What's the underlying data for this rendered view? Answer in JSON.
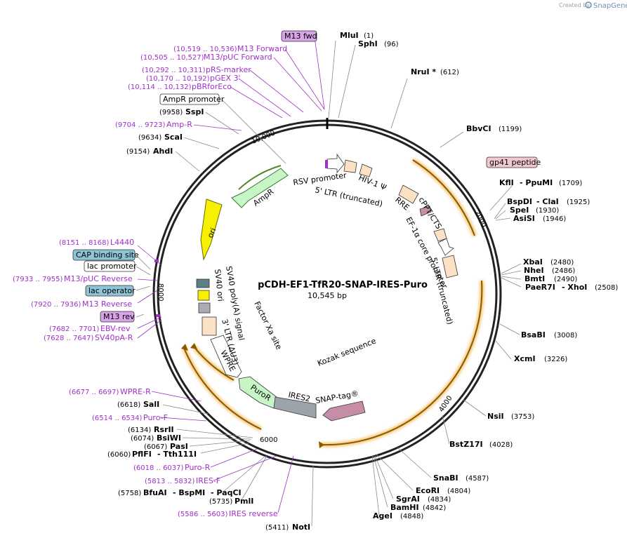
{
  "header": {
    "credit_prefix": "Created by",
    "brand": "SnapGene"
  },
  "plasmid": {
    "name": "pCDH-EF1-TfR20-SNAP-IRES-Puro",
    "size": "10,545 bp"
  },
  "ticks": [
    "2000",
    "4000",
    "6000",
    "8000",
    "10,000"
  ],
  "sites": [
    {
      "name": "MluI",
      "pos": "(1)"
    },
    {
      "name": "SphI",
      "pos": "(96)"
    },
    {
      "name": "NruI *",
      "pos": "(612)"
    },
    {
      "name": "BbvCI",
      "pos": "(1199)"
    },
    {
      "name": "KflI",
      "name2": "- PpuMI",
      "pos": "(1709)"
    },
    {
      "name": "BspDI",
      "name2": "- ClaI",
      "pos": "(1925)"
    },
    {
      "name": "SpeI",
      "pos": "(1930)"
    },
    {
      "name": "AsiSI",
      "pos": "(1946)"
    },
    {
      "name": "XbaI",
      "pos": "(2480)"
    },
    {
      "name": "NheI",
      "pos": "(2486)"
    },
    {
      "name": "BmtI",
      "pos": "(2490)"
    },
    {
      "name": "PaeR7I",
      "name2": "- XhoI",
      "pos": "(2508)"
    },
    {
      "name": "BsaBI",
      "pos": "(3008)"
    },
    {
      "name": "XcmI",
      "pos": "(3226)"
    },
    {
      "name": "NsiI",
      "pos": "(3753)"
    },
    {
      "name": "BstZ17I",
      "pos": "(4028)"
    },
    {
      "name": "SnaBI",
      "pos": "(4587)"
    },
    {
      "name": "EcoRI",
      "pos": "(4804)"
    },
    {
      "name": "SgrAI",
      "pos": "(4834)"
    },
    {
      "name": "BamHI",
      "pos": "(4842)"
    },
    {
      "name": "AgeI",
      "pos": "(4848)"
    },
    {
      "name": "NotI",
      "pos": "(5411)"
    },
    {
      "name": "PmlI",
      "pos": "(5735)"
    },
    {
      "name": "BfuAI",
      "name2": "- BspMI",
      "name3": "- PaqCI",
      "pos": "(5758)"
    },
    {
      "name": "PflFI",
      "name2": "- Tth111I",
      "pos": "(6060)"
    },
    {
      "name": "PasI",
      "pos": "(6067)"
    },
    {
      "name": "BsiWI",
      "pos": "(6074)"
    },
    {
      "name": "RsrII",
      "pos": "(6134)"
    },
    {
      "name": "SalI",
      "pos": "(6618)"
    },
    {
      "name": "AhdI",
      "pos": "(9154)"
    },
    {
      "name": "ScaI",
      "pos": "(9634)"
    },
    {
      "name": "SspI",
      "pos": "(9958)"
    }
  ],
  "primers": [
    {
      "name": "M13 Forward",
      "pos": "(10,519 .. 10,536)"
    },
    {
      "name": "M13/pUC Forward",
      "pos": "(10,505 .. 10,527)"
    },
    {
      "name": "pRS-marker",
      "pos": "(10,292 .. 10,311)"
    },
    {
      "name": "pGEX 3'",
      "pos": "(10,170 .. 10,192)"
    },
    {
      "name": "pBRforEco",
      "pos": "(10,114 .. 10,132)"
    },
    {
      "name": "Amp-R",
      "pos": "(9704 .. 9723)"
    },
    {
      "name": "L4440",
      "pos": "(8151 .. 8168)"
    },
    {
      "name": "M13/pUC Reverse",
      "pos": "(7933 .. 7955)"
    },
    {
      "name": "M13 Reverse",
      "pos": "(7920 .. 7936)"
    },
    {
      "name": "EBV-rev",
      "pos": "(7682 .. 7701)"
    },
    {
      "name": "SV40pA-R",
      "pos": "(7628 .. 7647)"
    },
    {
      "name": "WPRE-R",
      "pos": "(6677 .. 6697)"
    },
    {
      "name": "Puro-F",
      "pos": "(6514 .. 6534)"
    },
    {
      "name": "Puro-R",
      "pos": "(6018 .. 6037)"
    },
    {
      "name": "IRES-F",
      "pos": "(5813 .. 5832)"
    },
    {
      "name": "IRES reverse",
      "pos": "(5586 .. 5603)"
    }
  ],
  "boxed_labels": {
    "m13_fwd": "M13 fwd",
    "ampr_promoter": "AmpR promoter",
    "gp41_peptide": "gp41 peptide",
    "cap_binding_site": "CAP binding site",
    "lac_promoter": "lac promoter",
    "lac_operator": "lac operator",
    "m13_rev": "M13 rev"
  },
  "features": {
    "rsv_promoter": "RSV promoter",
    "ltr5_truncated": "5' LTR (truncated)",
    "hiv_psi": "HIV-1 Ψ",
    "rre": "RRE",
    "cppt": "cPPT/CTS",
    "ef1a": "EF-1α core promoter",
    "ltr5_trunc2": "5' LTR (truncated)",
    "ampr": "AmpR",
    "ori": "ori",
    "sv40_ori": "SV40 ori",
    "sv40_polya": "SV40 poly(A) signal",
    "ltr3": "3' LTR (ΔU3)",
    "factor_xa": "Factor Xa site",
    "wpre": "WPRE",
    "puror": "PuroR",
    "ires2": "IRES2",
    "snap_tag": "SNAP-tag®",
    "kozak": "Kozak sequence"
  },
  "colors": {
    "primer": "#a02fc9",
    "orange_arc": "#f0a92a",
    "ampr_fill": "#c8f5c6",
    "ori_fill": "#f7f000",
    "snap_fill": "#c58ea6",
    "ires_fill": "#9da3ab",
    "ltr_fill": "#fde1c4",
    "blue_box": "#8fc3d6",
    "m13_box": "#d9a3e8",
    "gp41_box": "#f2c8cf"
  }
}
